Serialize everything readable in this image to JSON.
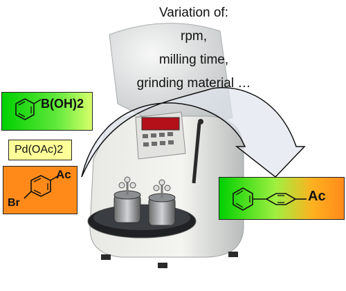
{
  "title_lines": [
    "Variation of:",
    "rpm,",
    "milling time,",
    "grinding material …"
  ],
  "reagents": {
    "boronic_acid": {
      "group": "B(OH)2"
    },
    "catalyst": {
      "text": "Pd(OAc)2"
    },
    "aryl_bromide": {
      "substituent_top": "Ac",
      "substituent_bottom": "Br"
    }
  },
  "product": {
    "substituent": "Ac"
  },
  "colors": {
    "green": "#00d000",
    "yellow": "#e8ff60",
    "orange": "#ff8a1a",
    "catalyst_box": "#ffff99",
    "arrow_fill": "#dfe6ee"
  }
}
